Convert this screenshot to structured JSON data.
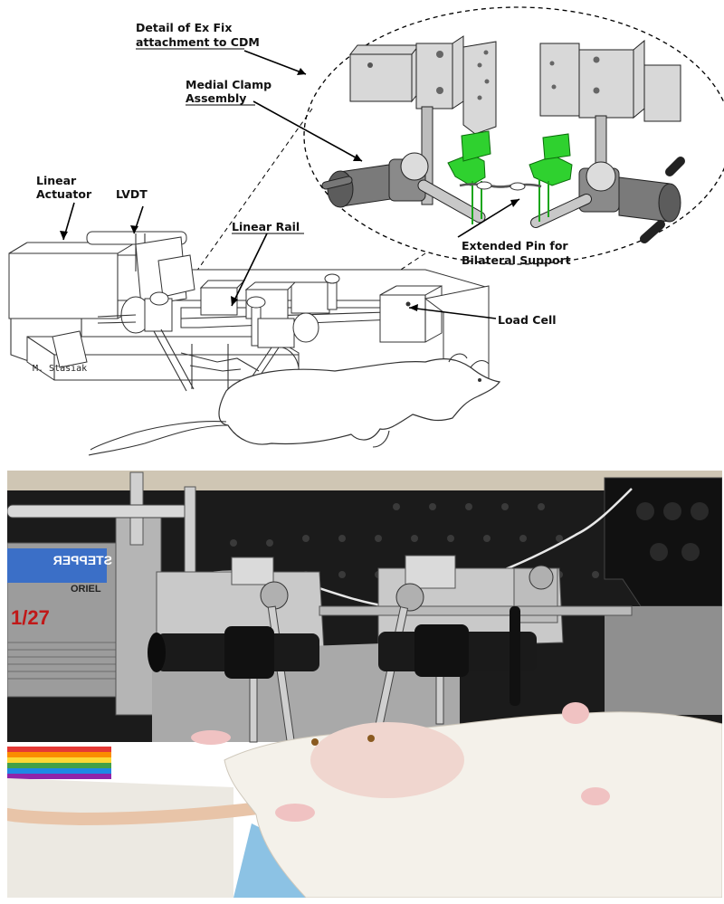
{
  "labels": {
    "detail_line1": "Detail of Ex Fix",
    "detail_line2": "attachment to CDM",
    "medial_line1": "Medial Clamp",
    "medial_line2": "Assembly",
    "linear_act_line1": "Linear",
    "linear_act_line2": "Actuator",
    "lvdt": "LVDT",
    "linear_rail": "Linear Rail",
    "extended_line1": "Extended Pin for",
    "extended_line2": "Bilateral Support",
    "load_cell": "Load Cell",
    "signature": "M. Stasiak"
  },
  "photo": {
    "motor_label": "STEPPER",
    "motor_brand": "ORIEL",
    "tag": "1/27"
  },
  "colors": {
    "highlight_green": "#2fd12f",
    "photo_background": "#1b1b1b",
    "metal": "#c9c9c9",
    "fur": "#f4f1ea",
    "skin": "#f0c2c2",
    "drape": "#8cc2e4"
  }
}
